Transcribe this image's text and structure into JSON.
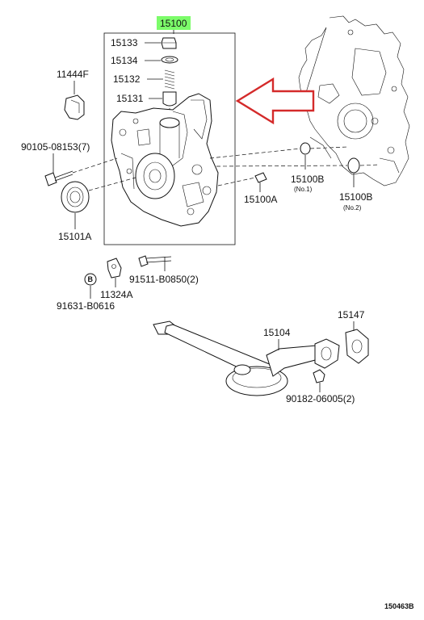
{
  "highlight_color": "#7CFC6A",
  "arrow_color": "#d42a2a",
  "labels": {
    "p15100": "15100",
    "p15133": "15133",
    "p15134": "15134",
    "p15132": "15132",
    "p15131": "15131",
    "p11444F": "11444F",
    "p90105": "90105-08153(7)",
    "p15101A": "15101A",
    "p15100A": "15100A",
    "p15100B1": "15100B",
    "p15100B1_sub": "(No.1)",
    "p15100B2": "15100B",
    "p15100B2_sub": "(No.2)",
    "p91511": "91511-B0850(2)",
    "p11324A": "11324A",
    "p91631": "91631-B0616",
    "p15147": "15147",
    "p15104": "15104",
    "p90182": "90182-06005(2)",
    "ref_code": "150463B",
    "bolt_mark": "B"
  }
}
